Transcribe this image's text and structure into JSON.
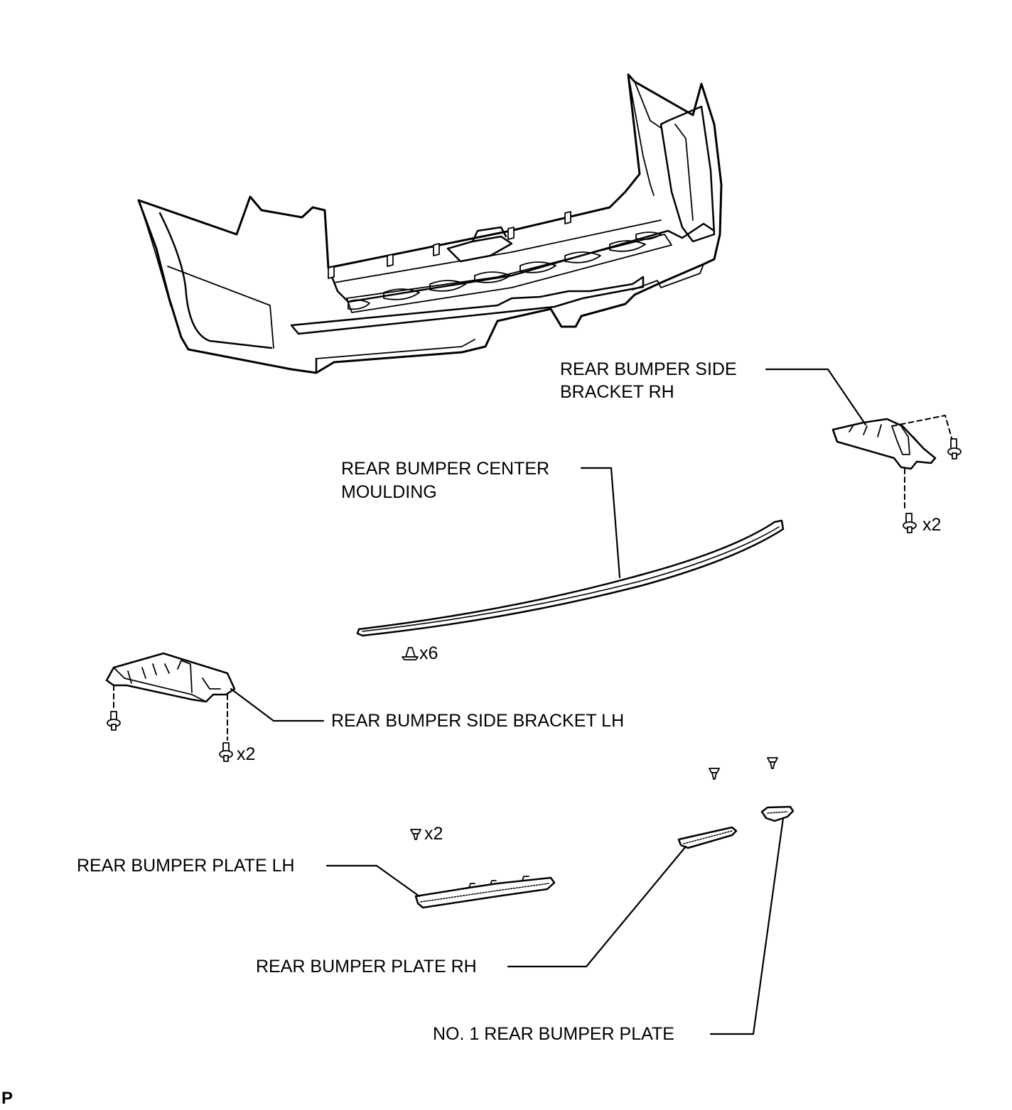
{
  "labels": {
    "side_bracket_rh_line1": "REAR BUMPER SIDE",
    "side_bracket_rh_line2": "BRACKET RH",
    "center_moulding_line1": "REAR BUMPER CENTER",
    "center_moulding_line2": "MOULDING",
    "side_bracket_lh": "REAR BUMPER SIDE BRACKET LH",
    "plate_lh": "REAR BUMPER PLATE LH",
    "plate_rh": "REAR BUMPER PLATE RH",
    "no1_plate": "NO. 1 REAR BUMPER PLATE"
  },
  "quantities": {
    "rh_bracket_bolts": "x2",
    "moulding_clips": "x6",
    "lh_bracket_bolts": "x2",
    "plate_lh_clips": "x2"
  },
  "corner_mark": "P",
  "colors": {
    "line": "#000000",
    "background": "#ffffff",
    "fill": "#ffffff"
  }
}
